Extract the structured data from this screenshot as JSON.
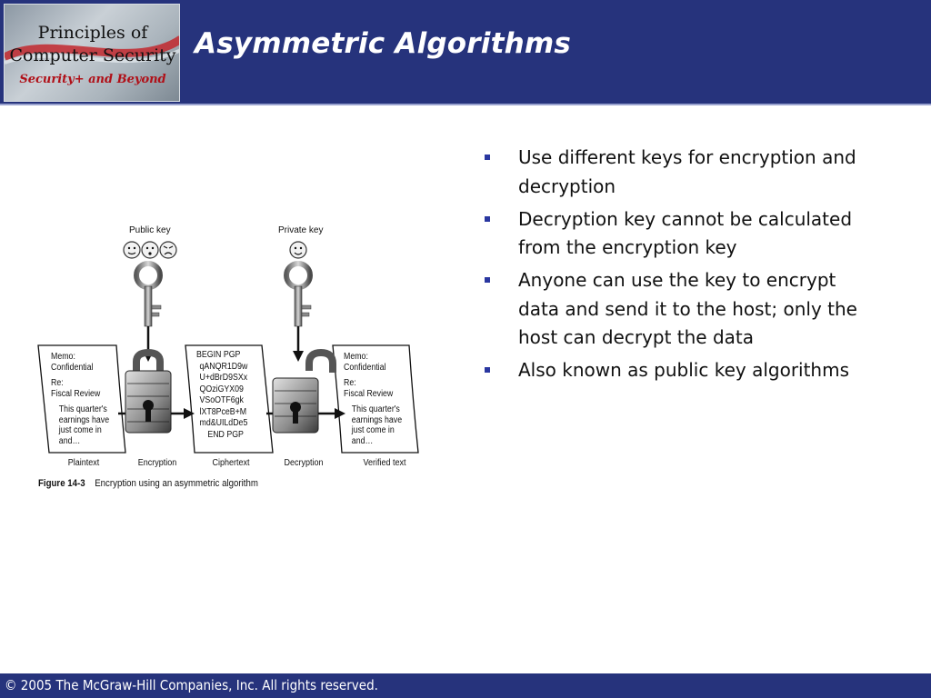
{
  "header": {
    "logo": {
      "line1": "Principles of",
      "line2": "Computer Security",
      "line3": "Security+ and Beyond"
    },
    "title": "Asymmetric Algorithms"
  },
  "bullets": [
    "Use different keys for encryption and decryption",
    "Decryption key cannot be calculated from the encryption key",
    "Anyone can use the key to encrypt data and send it to the host; only the host can decrypt the data",
    "Also known as public key algorithms"
  ],
  "figure": {
    "public_key_label": "Public key",
    "private_key_label": "Private key",
    "plaintext_lines": [
      "Memo:",
      "Confidential",
      "Re:",
      "Fiscal Review",
      "This quarter's",
      "earnings have",
      "just come in",
      "and…"
    ],
    "ciphertext_lines": [
      "BEGIN PGP",
      "qANQR1D9w",
      "U+dBrD9SXx",
      "QOziGYX09",
      "VSoOTF6gk",
      "lXT8PceB+M",
      "md&UILdDe5",
      "END PGP"
    ],
    "verified_lines": [
      "Memo:",
      "Confidential",
      "Re:",
      "Fiscal Review",
      "This quarter's",
      "earnings have",
      "just come in",
      "and…"
    ],
    "labels": {
      "plaintext": "Plaintext",
      "encryption": "Encryption",
      "ciphertext": "Ciphertext",
      "decryption": "Decryption",
      "verified": "Verified text"
    },
    "caption_number": "Figure 14-3",
    "caption_text": "Encryption using an asymmetric algorithm"
  },
  "footer": {
    "copyright": "© 2005 The McGraw-Hill Companies, Inc. All rights reserved."
  },
  "colors": {
    "header_blue": "#26337c",
    "bullet_blue": "#2a37a0",
    "logo_red": "#b01018"
  }
}
